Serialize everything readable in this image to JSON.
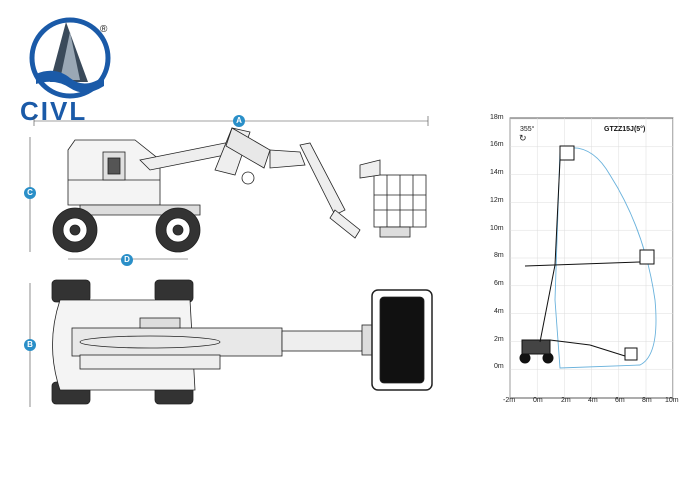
{
  "brand": {
    "name": "CIVL",
    "registered_mark": "®",
    "accent": "#1a5aa8"
  },
  "dimensions": {
    "a": "A",
    "b": "B",
    "c": "C",
    "d": "D",
    "badge_color": "#2a8fc8"
  },
  "work_range": {
    "model": "GTZZ15J(5°)",
    "rotation": "355°",
    "y_ticks": [
      "18m",
      "16m",
      "14m",
      "12m",
      "10m",
      "8m",
      "6m",
      "4m",
      "2m",
      "0m"
    ],
    "x_ticks": [
      "-2m",
      "0m",
      "2m",
      "4m",
      "6m",
      "8m",
      "10m"
    ],
    "envelope_color": "#6ab2dc"
  }
}
